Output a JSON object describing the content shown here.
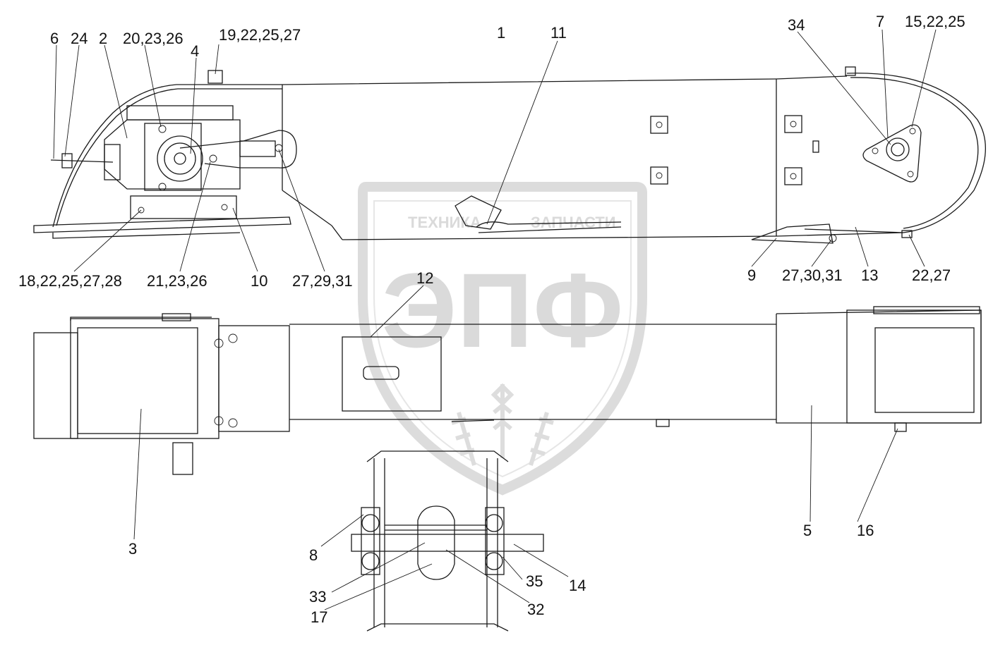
{
  "watermark": {
    "top_text_left": "ТЕХНИКА",
    "top_text_right": "ЗАПЧАСТИ",
    "logo_text": "ЭПФ"
  },
  "labels": {
    "l1": "1",
    "l2": "2",
    "l3": "3",
    "l4": "4",
    "l5": "5",
    "l6": "6",
    "l7": "7",
    "l8": "8",
    "l9": "9",
    "l10": "10",
    "l11": "11",
    "l12": "12",
    "l13": "13",
    "l14": "14",
    "l16": "16",
    "l17": "17",
    "l24": "24",
    "l32": "32",
    "l33": "33",
    "l34": "34",
    "l35": "35",
    "l_15_22_25": "15,22,25",
    "l_18_22_25_27_28": "18,22,25,27,28",
    "l_19_22_25_27": "19,22,25,27",
    "l_20_23_26": "20,23,26",
    "l_21_23_26": "21,23,26",
    "l_22_27": "22,27",
    "l_27_29_31": "27,29,31",
    "l_27_30_31": "27,30,31"
  },
  "colors": {
    "line": "#1a1a1a",
    "watermark": "#d9d9d9",
    "background": "#ffffff"
  }
}
